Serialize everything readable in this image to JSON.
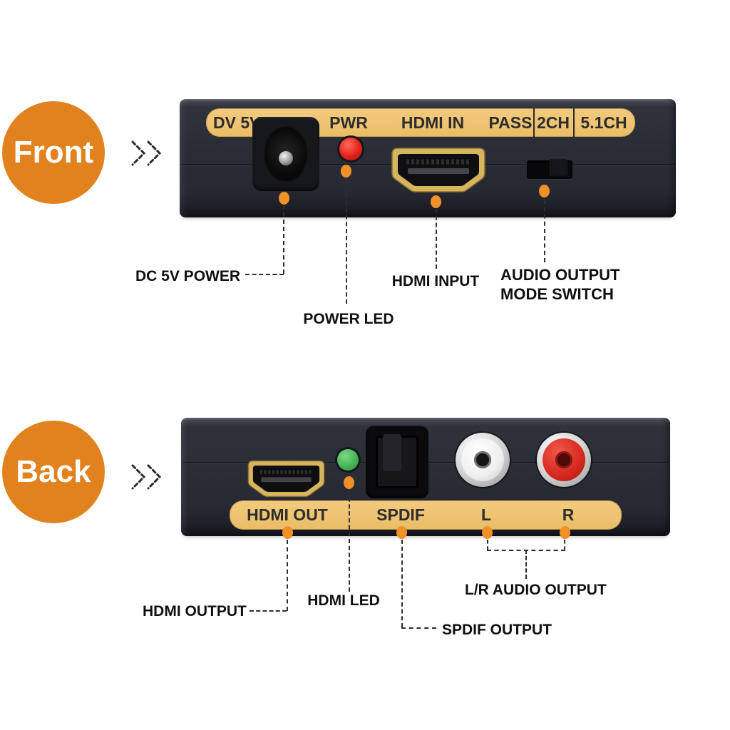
{
  "colors": {
    "accent_orange": "#E2821E",
    "panel_strip_gold": "#EFC271",
    "device_body": "#2B2D36",
    "power_led_red": "#E3231B",
    "hdmi_led_green": "#46B455",
    "marker_dot_orange": "#F09127",
    "rca_left_white": "#F4F4F4",
    "rca_right_red": "#D6281E"
  },
  "front": {
    "badge_label": "Front",
    "strip": {
      "dv5v": "DV 5V",
      "pwr": "PWR",
      "hdmi_in": "HDMI IN",
      "pass": "PASS",
      "ch_2": "2CH",
      "ch_51": "5.1CH"
    },
    "callouts": {
      "dc_power": "DC 5V POWER",
      "power_led": "POWER LED",
      "hdmi_input": "HDMI INPUT",
      "mode_switch_line1": "AUDIO OUTPUT",
      "mode_switch_line2": "MODE SWITCH"
    }
  },
  "back": {
    "badge_label": "Back",
    "strip": {
      "hdmi_out": "HDMI OUT",
      "spdif": "SPDIF",
      "left": "L",
      "right": "R"
    },
    "callouts": {
      "hdmi_output": "HDMI OUTPUT",
      "hdmi_led": "HDMI LED",
      "spdif_output": "SPDIF OUTPUT",
      "lr_audio": "L/R AUDIO OUTPUT"
    }
  }
}
